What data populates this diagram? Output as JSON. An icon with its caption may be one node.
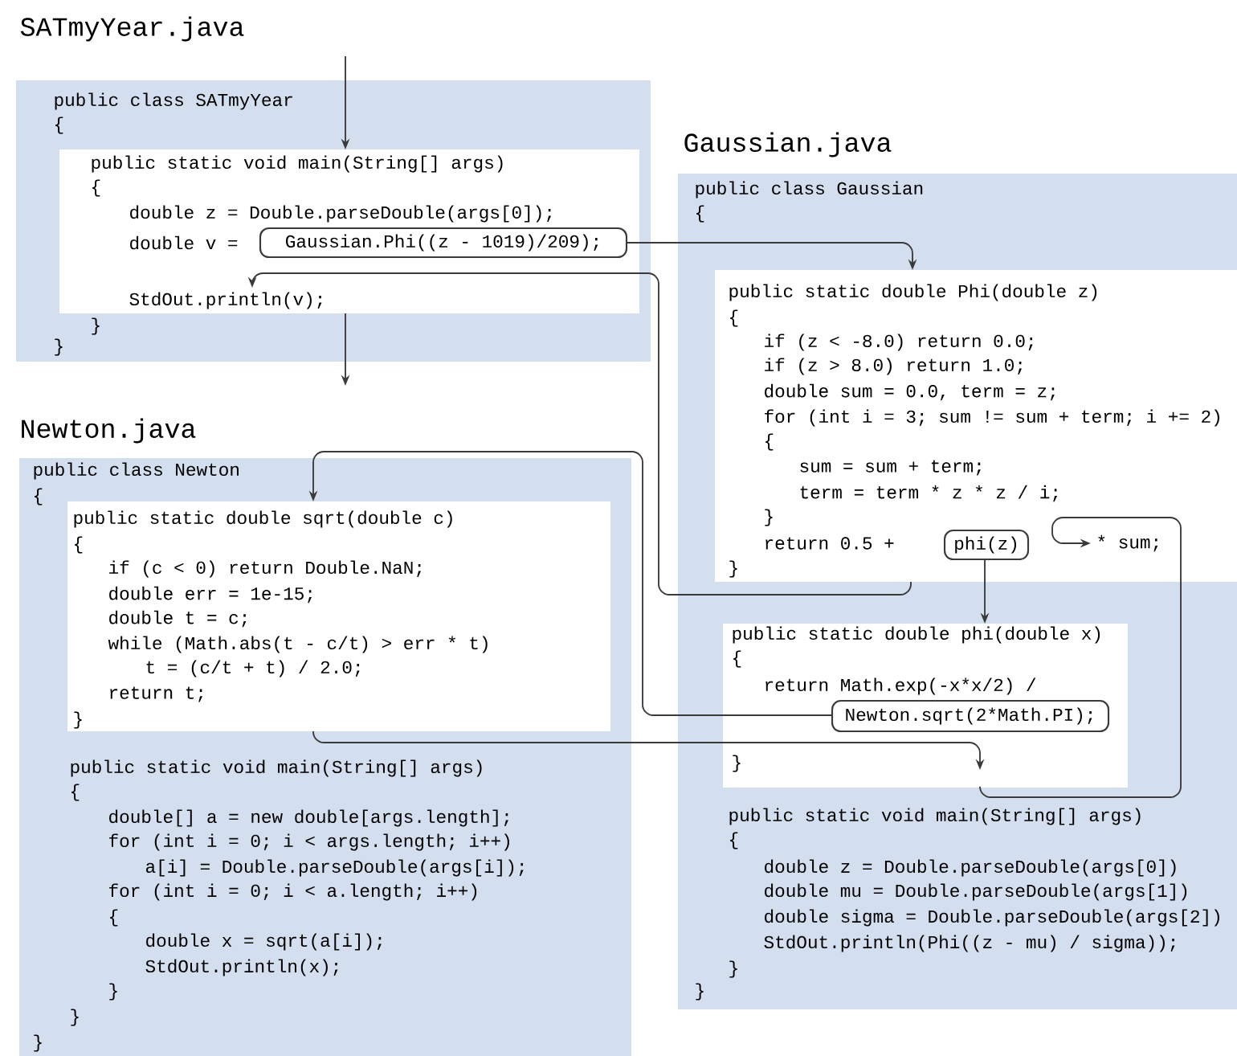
{
  "diagram": {
    "nodes": [
      {
        "text": [
          "SATmyYear.java",
          "public class SATmyYear",
          "{",
          "}",
          "}"
        ]
      },
      {
        "text": [
          "public static void main(String[] args)",
          "{",
          "double z = Double.parseDouble(args[0]);",
          "double v =",
          "StdOut.println(v);"
        ],
        "in": 0
      },
      {
        "text": [
          "Gaussian.Phi((z - 1019)/209);"
        ],
        "in": 1
      },
      {
        "text": [
          "Gaussian.java",
          "public class Gaussian",
          "{",
          "public static void main(String[] args)",
          "{",
          "double z = Double.parseDouble(args[0])",
          "double mu = Double.parseDouble(args[1])",
          "double sigma = Double.parseDouble(args[2])",
          "StdOut.println(Phi((z - mu) / sigma));",
          "}",
          "}"
        ]
      },
      {
        "text": [
          "public static double Phi(double z)",
          "{",
          "if (z < -8.0) return 0.0;",
          "if (z > 8.0) return 1.0;",
          "double sum = 0.0, term = z;",
          "for (int i = 3; sum != sum + term; i += 2)",
          "{",
          "sum = sum + term;",
          "term = term * z * z / i;",
          "}",
          "return 0.5 +",
          "* sum;",
          "}"
        ],
        "in": 3
      },
      {
        "text": [
          "phi(z)"
        ],
        "in": 4
      },
      {
        "text": [
          "public static double phi(double x)",
          "{",
          "return Math.exp(-x*x/2) /",
          "}"
        ],
        "in": 3
      },
      {
        "text": [
          "Newton.sqrt(2*Math.PI);"
        ],
        "in": 6
      },
      {
        "text": [
          "Newton.java",
          "public class Newton",
          "{",
          "public static void main(String[] args)",
          "{",
          "double[] a = new double[args.length];",
          "for (int i = 0; i < args.length; i++)",
          "a[i] = Double.parseDouble(args[i]);",
          "for (int i = 0; i < a.length; i++)",
          "{",
          "double x = sqrt(a[i]);",
          "StdOut.println(x);",
          "}",
          "}",
          "}"
        ]
      },
      {
        "text": [
          "public static double sqrt(double c)",
          "{",
          "if (c < 0) return Double.NaN;",
          "double err = 1e-15;",
          "double t = c;",
          "while (Math.abs(t - c/t) > err * t)",
          "t = (c/t + t) / 2.0;",
          "return t;",
          "}"
        ],
        "in": 8
      }
    ],
    "edges": [
      {
        "from": null,
        "to": 1,
        "arrow": "to"
      },
      {
        "from": 1,
        "to": null,
        "arrow": "to"
      },
      {
        "from": 2,
        "to": 4,
        "arrow": "to"
      },
      {
        "from": 4,
        "to": 1,
        "arrow": "to"
      },
      {
        "from": 5,
        "to": 6,
        "arrow": "to"
      },
      {
        "from": 7,
        "to": 9,
        "arrow": "to"
      },
      {
        "from": 9,
        "to": 6,
        "arrow": "to"
      },
      {
        "from": 6,
        "to": 4,
        "arrow": "to"
      }
    ]
  }
}
